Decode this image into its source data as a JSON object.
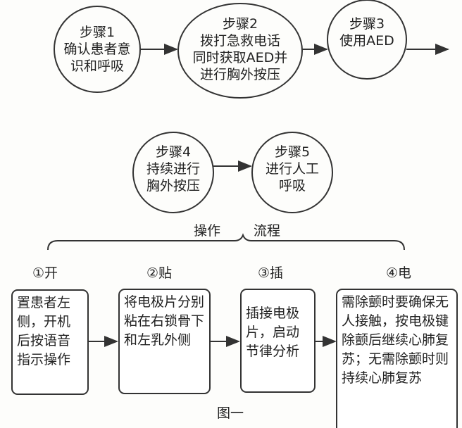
{
  "steps": [
    {
      "title": "步骤1",
      "lines": [
        "确认患者意",
        "识和呼吸"
      ]
    },
    {
      "title": "步骤2",
      "lines": [
        "拨打急救电话",
        "同时获取AED并",
        "进行胸外按压"
      ]
    },
    {
      "title": "步骤3",
      "lines": [
        "使用AED"
      ]
    },
    {
      "title": "步骤4",
      "lines": [
        "持续进行",
        "胸外按压"
      ]
    },
    {
      "title": "步骤5",
      "lines": [
        "进行人工",
        "呼吸"
      ]
    }
  ],
  "brace_label": {
    "left": "操作",
    "right": "流程"
  },
  "operations": [
    {
      "label": "①开",
      "text": "置患者左侧，开机后按语音指示操作"
    },
    {
      "label": "②贴",
      "text": "将电极片分别粘在右锁骨下和左乳外侧"
    },
    {
      "label": "③插",
      "text": "插接电极片，启动节律分析"
    },
    {
      "label": "④电",
      "text": "需除颤时要确保无人接触，按电极键除颤后继续心肺复苏；无需除颤时则持续心肺复苏"
    }
  ],
  "caption": "图一"
}
